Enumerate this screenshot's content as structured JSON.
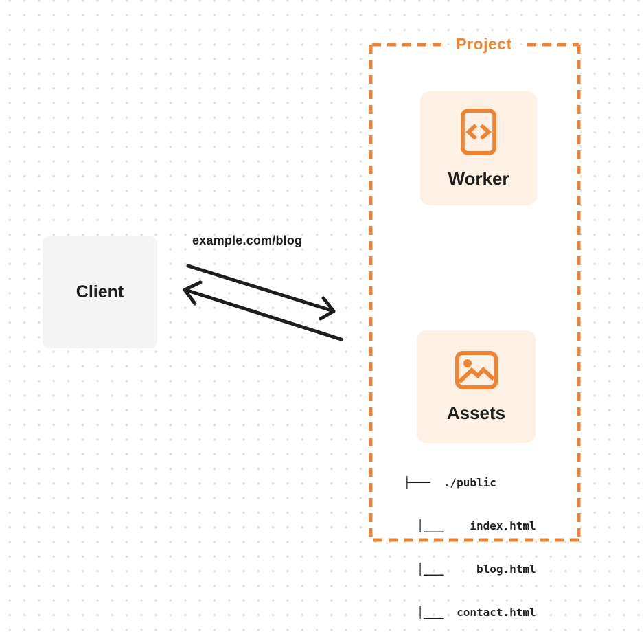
{
  "colors": {
    "accent": "#EE8433",
    "card-bg": "#FCF1E4",
    "client-bg": "#F4F4F5",
    "ink": "#1E1E1F",
    "dot": "#E0E0E2"
  },
  "diagram": {
    "client": {
      "label": "Client"
    },
    "request_label": "example.com/blog",
    "arrows": [
      {
        "name": "request-arrow",
        "direction": "right"
      },
      {
        "name": "response-arrow",
        "direction": "left"
      }
    ],
    "project": {
      "label": "Project",
      "nodes": [
        {
          "id": "worker",
          "label": "Worker",
          "icon": "code-document-icon"
        },
        {
          "id": "assets",
          "label": "Assets",
          "icon": "image-icon"
        }
      ],
      "file_tree": [
        "├───  ./public",
        "  │___    index.html",
        "  │___     blog.html",
        "  │___  contact.html"
      ]
    }
  }
}
